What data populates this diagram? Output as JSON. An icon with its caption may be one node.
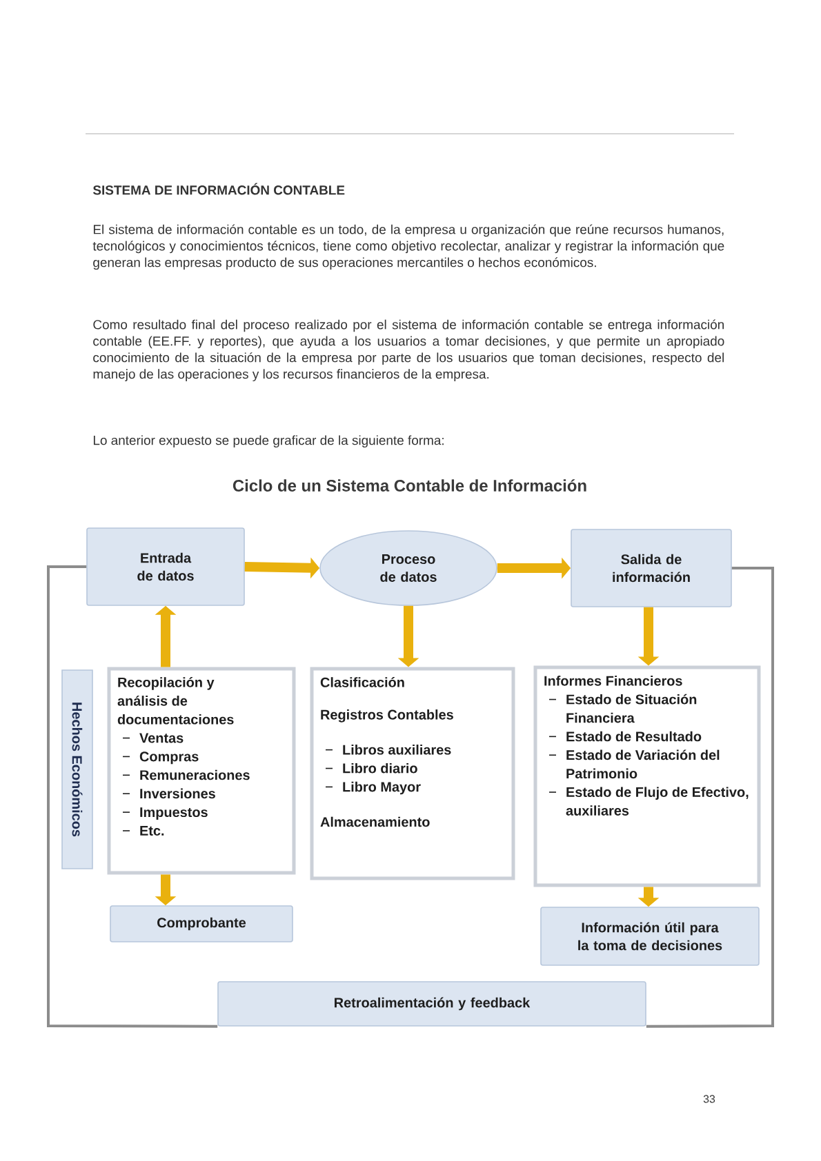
{
  "diagram": {
    "title": "Ciclo de un Sistema Contable de Información",
    "nodes": [
      {
        "text": [
          "Entrada de datos"
        ]
      },
      {
        "text": [
          "Proceso de datos"
        ]
      },
      {
        "text": [
          "Salida de información"
        ]
      },
      {
        "text": [
          "Hechos Económicos"
        ]
      },
      {
        "text": [
          "Recopilación y análisis de documentaciones",
          "Ventas",
          "Compras",
          "Remuneraciones",
          "Inversiones",
          "Impuestos",
          "Etc."
        ]
      },
      {
        "text": [
          "Clasificación",
          "Registros Contables",
          "Libros auxiliares",
          "Libro diario",
          "Libro Mayor",
          "Almacenamiento"
        ]
      },
      {
        "text": [
          "Informes Financieros",
          "Estado de Situación Financiera",
          "Estado de Resultado",
          "Estado de Variación del Patrimonio",
          "Estado de Flujo de Efectivo, auxiliares"
        ]
      },
      {
        "text": [
          "Comprobante"
        ]
      },
      {
        "text": [
          "Información útil para la toma de decisiones"
        ]
      },
      {
        "text": [
          "Retroalimentación y feedback"
        ]
      }
    ],
    "edges": [
      {
        "from": 0,
        "to": 1,
        "arrow": "to"
      },
      {
        "from": 1,
        "to": 2,
        "arrow": "to"
      },
      {
        "from": 4,
        "to": 0,
        "arrow": "to"
      },
      {
        "from": 1,
        "to": 5,
        "arrow": "to"
      },
      {
        "from": 2,
        "to": 6,
        "arrow": "to"
      },
      {
        "from": 4,
        "to": 7,
        "arrow": "to"
      },
      {
        "from": 6,
        "to": 8,
        "arrow": "to"
      },
      {
        "from": 2,
        "to": 9,
        "arrow": "none",
        "color": "#8c8c8c"
      },
      {
        "from": 9,
        "to": 0,
        "arrow": "none",
        "color": "#8c8c8c"
      }
    ],
    "labels": [
      "SISTEMA DE INFORMACIÓN CONTABLE",
      "El sistema de información contable es un todo, de la empresa u organización que reúne recursos humanos, tecnológicos y conocimientos técnicos, tiene como objetivo recolectar, analizar y registrar la información que generan las empresas producto de sus operaciones mercantiles o hechos económicos.",
      "Como resultado final del proceso realizado por el sistema de información contable se entrega información contable (EE.FF. y reportes), que ayuda a los usuarios a tomar decisiones, y que permite un apropiado conocimiento de la situación de la empresa por parte de los usuarios que toman decisiones, respecto del manejo de las operaciones y los recursos financieros de la empresa.",
      "Lo anterior expuesto se puede graficar de la siguiente forma:",
      "33"
    ]
  }
}
